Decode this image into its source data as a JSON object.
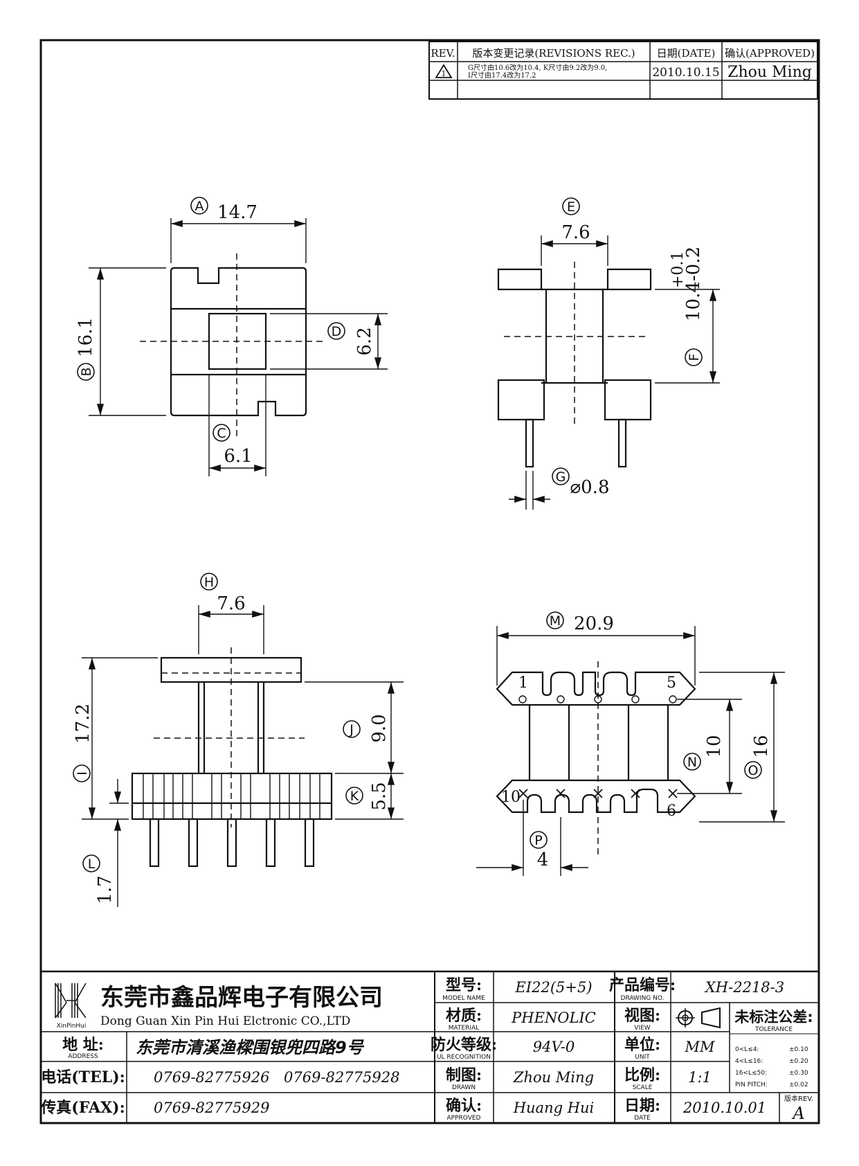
{
  "revision_block": {
    "headers": {
      "rev": "REV.",
      "record": "版本变更记录(REVISIONS REC.)",
      "date": "日期(DATE)",
      "approved": "确认(APPROVED)"
    },
    "rows": [
      {
        "rev": "1",
        "record_line1": "G尺寸由10.6改为10.4, K尺寸由9.2改为9.0,",
        "record_line2": "I尺寸由17.4改为17.2",
        "date": "2010.10.15",
        "approved": "Zhou Ming"
      }
    ]
  },
  "dimensions": {
    "A": {
      "letter": "A",
      "value": "14.7"
    },
    "B": {
      "letter": "B",
      "value": "16.1"
    },
    "C": {
      "letter": "C",
      "value": "6.1"
    },
    "D": {
      "letter": "D",
      "value": "6.2"
    },
    "E": {
      "letter": "E",
      "value": "7.6"
    },
    "F": {
      "letter": "F",
      "value": "10.4-0.2",
      "tol": "+0.1"
    },
    "G": {
      "letter": "G",
      "value": "⌀0.8"
    },
    "H": {
      "letter": "H",
      "value": "7.6"
    },
    "I": {
      "letter": "I",
      "value": "17.2"
    },
    "J": {
      "letter": "J",
      "value": "9.0"
    },
    "K": {
      "letter": "K",
      "value": "5.5"
    },
    "L": {
      "letter": "L",
      "value": "1.7"
    },
    "M": {
      "letter": "M",
      "value": "20.9"
    },
    "N": {
      "letter": "N",
      "value": "10"
    },
    "O": {
      "letter": "O",
      "value": "16"
    },
    "P": {
      "letter": "P",
      "value": "4"
    }
  },
  "pins": {
    "p1": "1",
    "p5": "5",
    "p10": "10",
    "p6": "6"
  },
  "title_block": {
    "company_cn": "东莞市鑫品辉电子有限公司",
    "company_en": "Dong Guan Xin Pin Hui Elctronic CO.,LTD",
    "logo_text": "XinPinHui",
    "address_label": "地  址:",
    "address_label_en": "ADDRESS",
    "address": "东莞市清溪渔樑围银兜四路9号",
    "tel_label": "电话(TEL):",
    "tel1": "0769-82775926",
    "tel2": "0769-82775928",
    "fax_label": "传真(FAX):",
    "fax": "0769-82775929",
    "model_label": "型号:",
    "model_label_en": "MODEL NAME",
    "model": "EI22(5+5)",
    "material_label": "材质:",
    "material_label_en": "MATERIAL",
    "material": "PHENOLIC",
    "ul_label": "防火等级:",
    "ul_label_en": "UL RECOGNITION",
    "ul": "94V-0",
    "drawn_label": "制图:",
    "drawn_label_en": "DRAWN",
    "drawn": "Zhou Ming",
    "approved_label": "确认:",
    "approved_label_en": "APPROVED",
    "approved": "Huang Hui",
    "drawing_no_label": "产品编号:",
    "drawing_no_label_en": "DRAWING NO.",
    "drawing_no": "XH-2218-3",
    "view_label": "视图:",
    "view_label_en": "VIEW",
    "unit_label": "单位:",
    "unit_label_en": "UNIT",
    "unit": "MM",
    "scale_label": "比例:",
    "scale_label_en": "SCALE",
    "scale": "1:1",
    "date_label": "日期:",
    "date_label_en": "DATE",
    "date": "2010.10.01",
    "tolerance_label": "未标注公差:",
    "tolerance_label_en": "TOLERANCE",
    "tolerances": [
      {
        "range": "0<L≤4:",
        "value": "±0.10"
      },
      {
        "range": "4<L≤16:",
        "value": "±0.20"
      },
      {
        "range": "16<L≤50:",
        "value": "±0.30"
      },
      {
        "range": "PIN PITCH:",
        "value": "±0.02"
      }
    ],
    "rev_label": "版本REV.",
    "rev": "A"
  }
}
